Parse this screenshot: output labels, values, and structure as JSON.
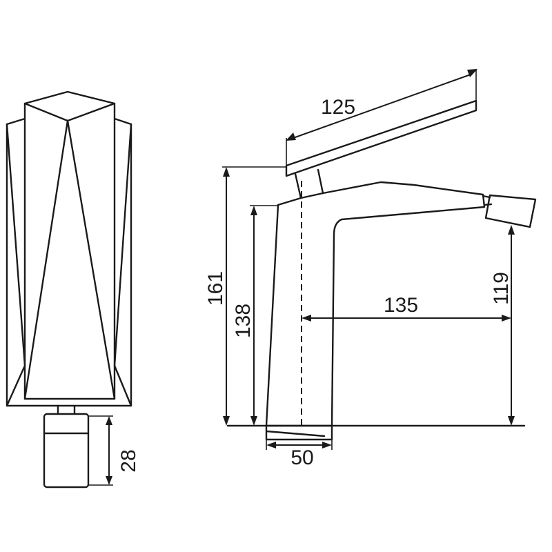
{
  "dimensions": {
    "d125": "125",
    "d161": "161",
    "d138": "138",
    "d135": "135",
    "d119": "119",
    "d50": "50",
    "d28": "28"
  },
  "colors": {
    "line": "#1a1a1a",
    "background": "#ffffff"
  }
}
